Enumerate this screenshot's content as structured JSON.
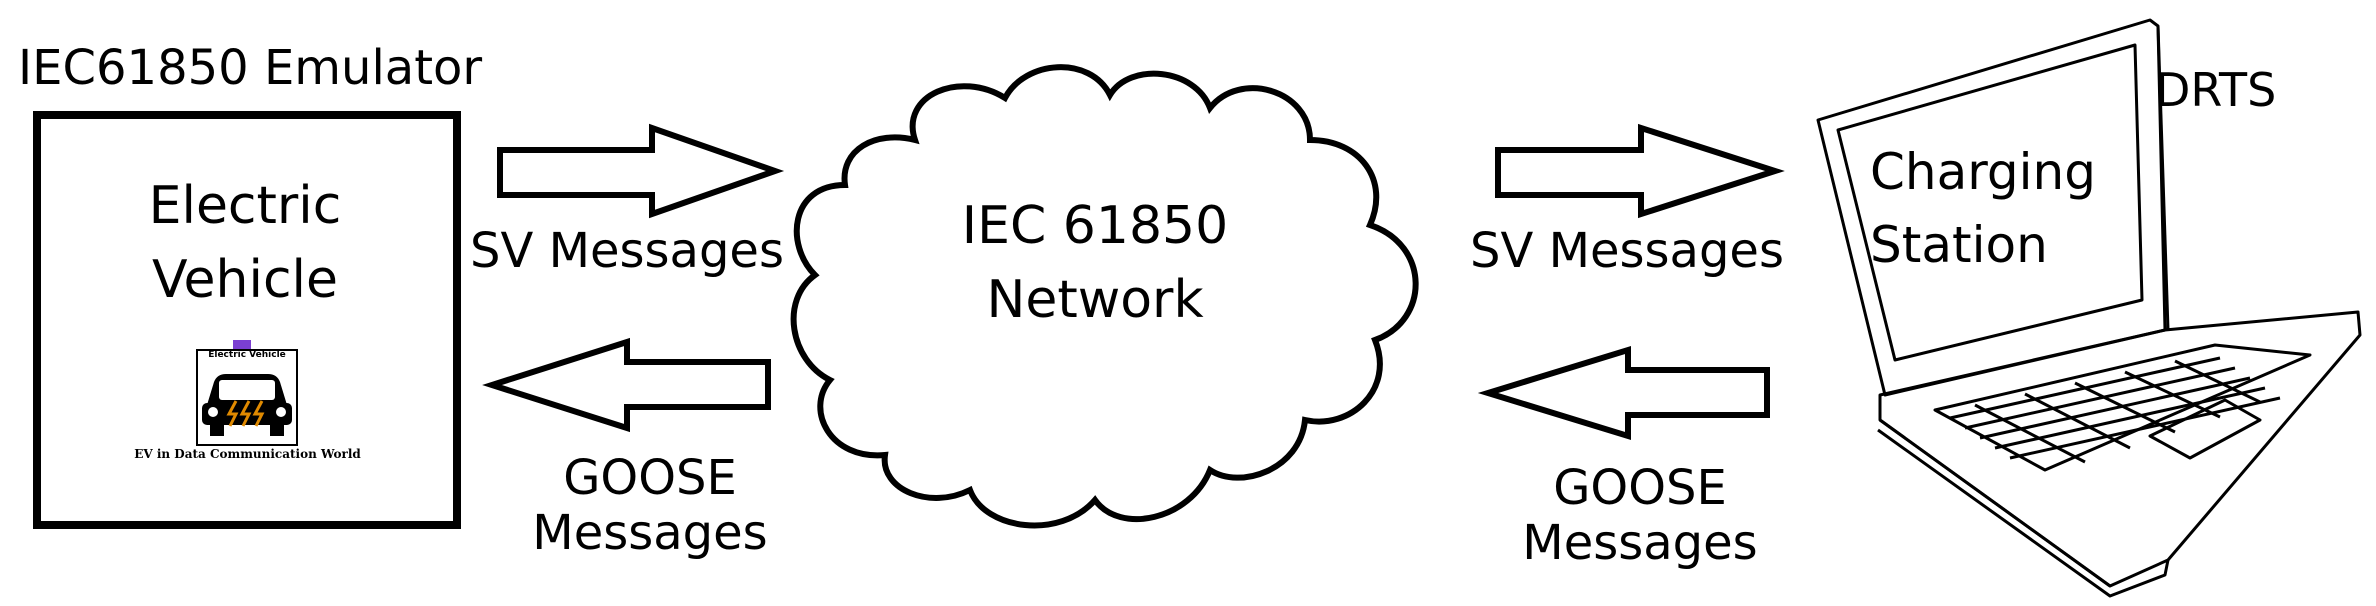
{
  "emulator": {
    "title": "IEC61850 Emulator",
    "ev_box_label_line1": "Electric",
    "ev_box_label_line2": "Vehicle",
    "logo": {
      "top_text": "Electric Vehicle",
      "bottom_text": "EV in Data Communication World",
      "accent_color": "#7b3fd1",
      "bolt_color": "#e08a00"
    }
  },
  "network": {
    "line1": "IEC 61850",
    "line2": "Network"
  },
  "left_links": {
    "sv_label": "SV Messages",
    "goose_line1": "GOOSE",
    "goose_line2": "Messages"
  },
  "right_links": {
    "sv_label": "SV Messages",
    "goose_line1": "GOOSE",
    "goose_line2": "Messages"
  },
  "station": {
    "rtds_label": "DRTS",
    "screen_line1": "Charging",
    "screen_line2": "Station"
  }
}
